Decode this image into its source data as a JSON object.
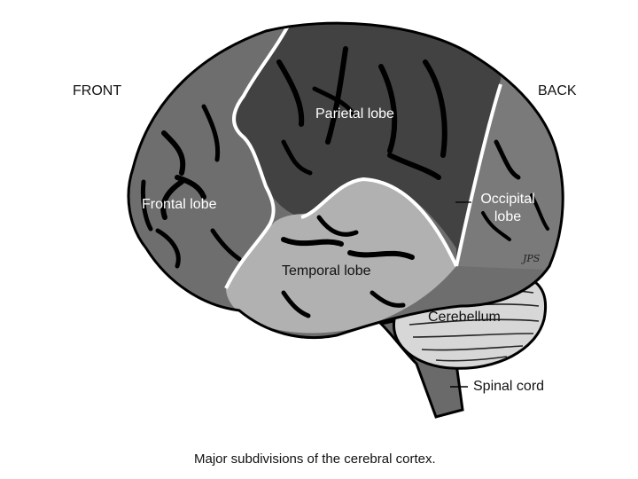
{
  "orientation": {
    "front": "FRONT",
    "back": "BACK"
  },
  "lobes": {
    "parietal": "Parietal lobe",
    "frontal": "Frontal lobe",
    "temporal": "Temporal lobe",
    "occipital_line1": "Occipital",
    "occipital_line2": "lobe"
  },
  "structures": {
    "cerebellum": "Cerebellum",
    "spinal_cord": "Spinal cord"
  },
  "signature": "JPS",
  "caption": "Major subdivisions of the cerebral cortex.",
  "colors": {
    "frontal": "#6e6e6e",
    "parietal": "#424242",
    "temporal": "#b1b1b1",
    "occipital": "#7a7a7a",
    "cerebellum": "#d7d7d7",
    "brainstem": "#6a6a6a",
    "outline": "#000000"
  }
}
